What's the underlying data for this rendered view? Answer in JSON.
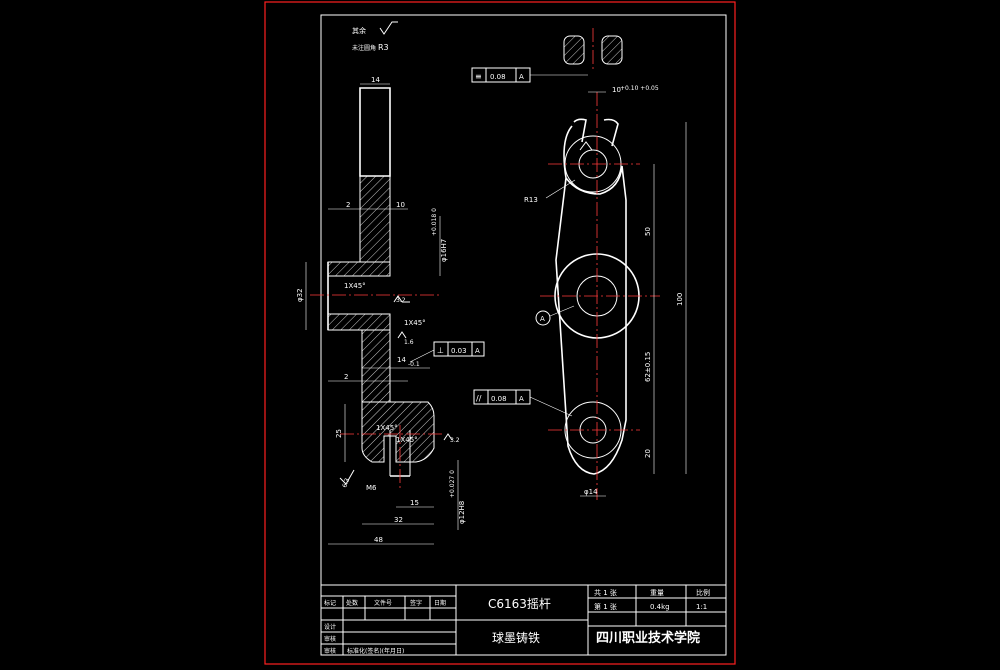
{
  "notes": {
    "remain_label": "其余",
    "fillet_label": "未注圆角",
    "fillet_value": "R3"
  },
  "left_view": {
    "dims": {
      "top_width": "14",
      "step_2": "2",
      "step_10": "10",
      "bore": "φ16H7",
      "bore_tol": "+0.018 0",
      "boss_dia": "φ32",
      "chamfer_1": "1X45°",
      "chamfer_2": "1X45°",
      "rough_1": "3.2",
      "rough_2": "1.6",
      "thick": "14",
      "thick_tol": "-0.1",
      "step_2b": "2",
      "height_25": "25",
      "chamfer_3": "1X45°",
      "chamfer_4": "1X45°",
      "rough_3": "3.2",
      "rough_4": "6.3",
      "thread": "M6",
      "width_15": "15",
      "width_32": "32",
      "width_48": "48",
      "bore_b": "φ12H8",
      "bore_b_tol": "+0.027 0"
    },
    "tol_perp": {
      "symbol": "⊥",
      "value": "0.03",
      "datum": "A"
    }
  },
  "right_view": {
    "dims": {
      "slot": "10",
      "slot_tol": "+0.10 +0.05",
      "radius": "R13",
      "len_50": "50",
      "len_62": "62±0.15",
      "len_100": "100",
      "len_20": "20",
      "dia_14": "φ14",
      "datum": "A"
    },
    "tol_sym": {
      "symbol": "≡",
      "value": "0.08",
      "datum": "A"
    },
    "tol_par": {
      "symbol": "//",
      "value": "0.08",
      "datum": "A"
    }
  },
  "title_block": {
    "part_name": "C6163摇杆",
    "material": "球墨铸铁",
    "row_labels": [
      "标记",
      "处数",
      "文件号",
      "签字",
      "日期"
    ],
    "design": "设计",
    "check": "审核",
    "approve": "审核",
    "std_label": "标准化(签名)(年月日)",
    "sheet_total": "共 1 张",
    "sheet_no": "第 1 张",
    "weight_label": "重量",
    "weight_value": "0.4kg",
    "scale_label": "比例",
    "scale_value": "1:1",
    "school": "四川职业技术学院"
  },
  "colors": {
    "background": "#000000",
    "line": "#ffffff",
    "sheet_border": "#ff2020",
    "center_line": "#ff3b3b"
  }
}
